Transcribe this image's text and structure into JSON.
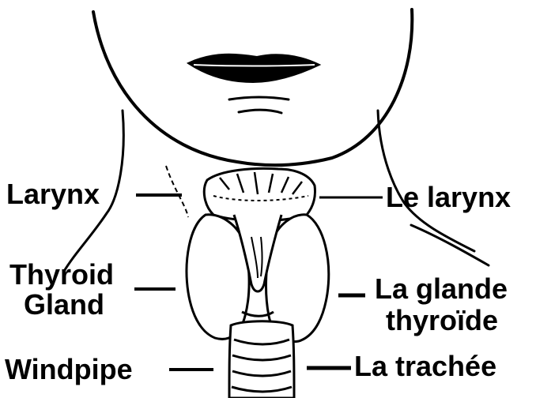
{
  "labels": {
    "larynx_en": "Larynx",
    "larynx_fr": "Le larynx",
    "thyroid_en_line1": "Thyroid",
    "thyroid_en_line2": "Gland",
    "thyroid_fr_line1": "La glande",
    "thyroid_fr_line2": "thyroïde",
    "windpipe_en": "Windpipe",
    "windpipe_fr": "La trachée"
  },
  "colors": {
    "ink": "#000000",
    "background": "#ffffff"
  }
}
